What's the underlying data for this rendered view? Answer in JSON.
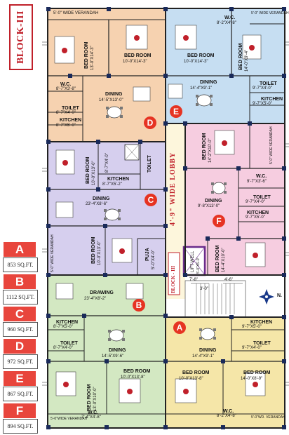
{
  "block_title": "BLOCK-III",
  "block_label_center": "BLOCK - III",
  "lobby_label": "4'-9\" WIDE LOBBY",
  "lift_label": "LIFT WELL",
  "lift_size": "5'-0\"X5'-0\"",
  "stair_dims": [
    "7'-8\"",
    "3'-0\"",
    "4'-6\""
  ],
  "compass": "N.",
  "legend": [
    {
      "letter": "A",
      "area": "853 SQ.FT.",
      "color": "#e8453c"
    },
    {
      "letter": "B",
      "area": "1112 SQ.FT.",
      "color": "#e8453c"
    },
    {
      "letter": "C",
      "area": "960 SQ.FT.",
      "color": "#e8453c"
    },
    {
      "letter": "D",
      "area": "972 SQ.FT.",
      "color": "#e8453c"
    },
    {
      "letter": "E",
      "area": "867 SQ.FT.",
      "color": "#e8453c"
    },
    {
      "letter": "F",
      "area": "894 SQ.FT.",
      "color": "#e8453c"
    }
  ],
  "flats": {
    "D": {
      "letter": "D",
      "color": "#f6d2b0",
      "verandah": "5'-0\" WIDE VERANDAH",
      "bed1": "BED ROOM",
      "bed1_size": "13'-0\"X14'-3\"",
      "bed2": "BED ROOM",
      "bed2_size": "10'-0\"X14'-3\"",
      "wc": "W.C.",
      "wc_size": "8'-7\"X3'-8\"",
      "dining": "DINING",
      "dining_size": "14'-5\"X13'-0\"",
      "toilet": "TOILET",
      "toilet_size": "8'-7\"X4'-0\"",
      "kitchen": "KITCHEN",
      "kitchen_size": "8'-7\"X5'-0\""
    },
    "E": {
      "letter": "E",
      "color": "#c6def2",
      "verandah": "5'-0\" WIDE VERANDAH",
      "bed1": "BED ROOM",
      "bed1_size": "10'-0\"X14'-3\"",
      "bed2": "BED ROOM",
      "bed2_size": "14'-0\"X9'-4\"",
      "wc": "W.C.",
      "wc_size": "8'-2\"X4'-8\"",
      "dining": "DINING",
      "dining_size": "14'-4\"X9'-1\"",
      "toilet": "TOILET",
      "toilet_size": "9'-7\"X4'-0\"",
      "kitchen": "KITCHEN",
      "kitchen_size": "9'-7\"X5'-0\""
    },
    "C": {
      "letter": "C",
      "color": "#d6cfee",
      "verandah": "5'-0\" WIDE VERANDAH",
      "bed1": "BED ROOM",
      "bed1_size": "10'-0\"X13'-0\"",
      "bed2": "BED ROOM",
      "bed2_size": "10'-0\"X13'-0\"",
      "toilet": "TOILET",
      "toilet_size": "8'-7\"X4'-0\"",
      "kitchen": "KITCHEN",
      "kitchen_size": "8'-7\"X5'-2\"",
      "dining": "DINING",
      "dining_size": "23'-4\"X8'-6\"",
      "puja": "PUJA",
      "puja_size": "5'-0\"X4'-0\""
    },
    "F": {
      "letter": "F",
      "color": "#f6cde0",
      "verandah": "5'-0\" WIDE VERANDAH",
      "bed1": "BED ROOM",
      "bed1_size": "14'-2\"X10'-0\"",
      "bed2": "BED ROOM",
      "bed2_size": "14'-4\"X10'-0\"",
      "wc": "W.C.",
      "wc_size": "9'-7\"X3'-6\"",
      "dining": "DINING",
      "dining_size": "9'-8\"X13'-0\"",
      "toilet": "TOILET",
      "toilet_size": "9'-7\"X4'-0\"",
      "kitchen": "KITCHEN",
      "kitchen_size": "9'-7\"X5'-0\""
    },
    "B": {
      "letter": "B",
      "color": "#d3e8c2",
      "drawing": "DRAWING",
      "drawing_size": "23'-4\"X8'-2\"",
      "kitchen": "KITCHEN",
      "kitchen_size": "8'-7\"X5'-0\"",
      "toilet": "TOILET",
      "toilet_size": "8'-7\"X4'-0\"",
      "dining": "DINING",
      "dining_size": "14'-5\"X9'-6\"",
      "bed1": "BED ROOM",
      "bed1_size": "13'-0\"X10'-0\"",
      "bed2": "BED ROOM",
      "bed2_size": "10'-0\"X13'-8\"",
      "wc": "W.C.",
      "wc_size": "7'-4\"X4'-8\"",
      "verandah": "5'-0\"WIDE VERANDAH"
    },
    "A": {
      "letter": "A",
      "color": "#f5e6a8",
      "kitchen": "KITCHEN",
      "kitchen_size": "9'-7\"X5'-0\"",
      "toilet": "TOILET",
      "toilet_size": "9'-7\"X4'-0\"",
      "dining": "DINING",
      "dining_size": "14'-4\"X9'-1\"",
      "bed1": "BED ROOM",
      "bed1_size": "10'-0\"X13'-8\"",
      "bed2": "BED ROOM",
      "bed2_size": "14'-0\"X8'-9\"",
      "wc": "W.C.",
      "wc_size": "8'-2\"X4'-8\"",
      "verandah": "5'-0\"WD. VERANDAH"
    }
  }
}
